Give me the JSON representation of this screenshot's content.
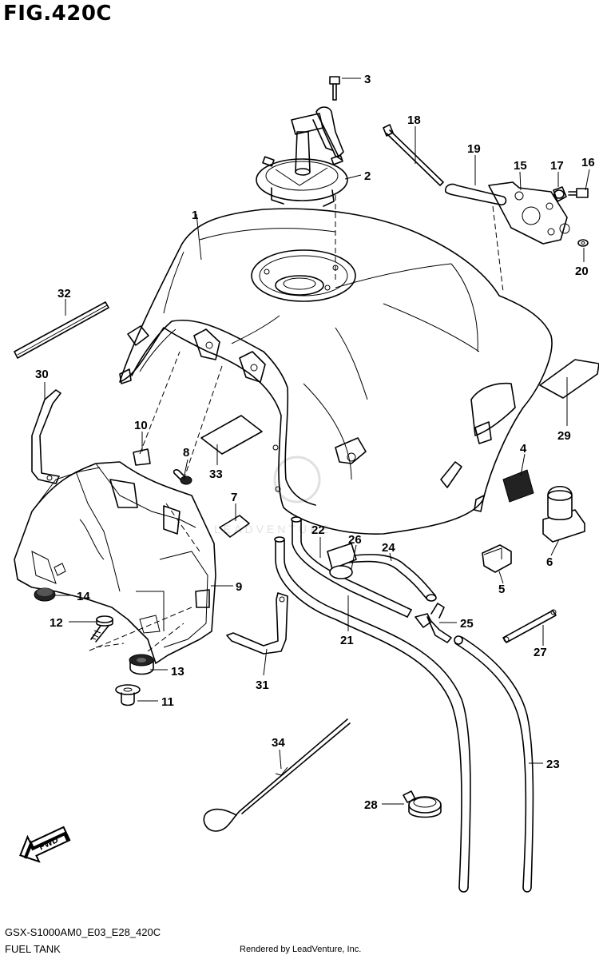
{
  "figure": {
    "title": "FIG.420C",
    "code": "GSX-S1000AM0_E03_E28_420C",
    "name": "FUEL TANK",
    "credit": "Rendered by LeadVenture, Inc.",
    "watermark": "LEADVENTURE",
    "fwd_label": "FWD"
  },
  "callouts": [
    {
      "n": "1",
      "name": "fuel-tank"
    },
    {
      "n": "2",
      "name": "fuel-cap"
    },
    {
      "n": "3",
      "name": "cap-bolt"
    },
    {
      "n": "4",
      "name": "cushion-4"
    },
    {
      "n": "5",
      "name": "cushion-5"
    },
    {
      "n": "6",
      "name": "cap-6"
    },
    {
      "n": "7",
      "name": "pad-7"
    },
    {
      "n": "8",
      "name": "screw-8"
    },
    {
      "n": "9",
      "name": "tank-lower-cover"
    },
    {
      "n": "10",
      "name": "clip-10"
    },
    {
      "n": "11",
      "name": "collar-11"
    },
    {
      "n": "12",
      "name": "screw-12"
    },
    {
      "n": "13",
      "name": "cushion-13"
    },
    {
      "n": "14",
      "name": "grommet-14"
    },
    {
      "n": "15",
      "name": "bracket-15"
    },
    {
      "n": "16",
      "name": "bolt-16"
    },
    {
      "n": "17",
      "name": "nut-17"
    },
    {
      "n": "18",
      "name": "bolt-18"
    },
    {
      "n": "19",
      "name": "collar-19"
    },
    {
      "n": "20",
      "name": "washer-20"
    },
    {
      "n": "21",
      "name": "hose-21"
    },
    {
      "n": "22",
      "name": "hose-22"
    },
    {
      "n": "23",
      "name": "hose-23"
    },
    {
      "n": "24",
      "name": "hose-24"
    },
    {
      "n": "25",
      "name": "joint-25"
    },
    {
      "n": "26",
      "name": "clamp-26"
    },
    {
      "n": "27",
      "name": "band-27"
    },
    {
      "n": "28",
      "name": "clamp-28"
    },
    {
      "n": "29",
      "name": "label-29"
    },
    {
      "n": "30",
      "name": "bracket-30"
    },
    {
      "n": "31",
      "name": "bracket-31"
    },
    {
      "n": "32",
      "name": "seal-32"
    },
    {
      "n": "33",
      "name": "label-33"
    },
    {
      "n": "34",
      "name": "strap-34"
    }
  ]
}
